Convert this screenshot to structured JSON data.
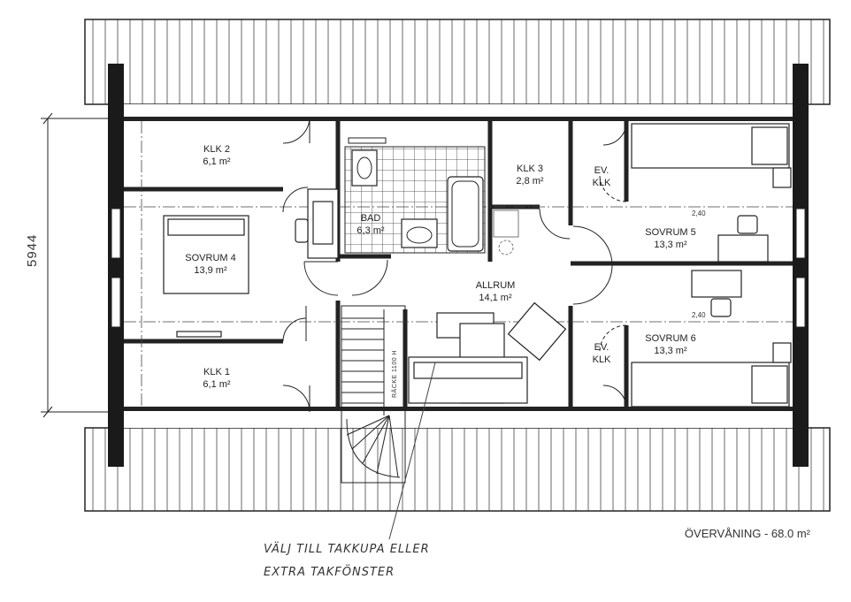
{
  "rooms": {
    "klk2": {
      "name": "KLK 2",
      "area": "6,1 m²"
    },
    "sovrum4": {
      "name": "SOVRUM 4",
      "area": "13,9 m²"
    },
    "klk1": {
      "name": "KLK 1",
      "area": "6,1 m²"
    },
    "bad": {
      "name": "BAD",
      "area": "6,3 m²"
    },
    "klk3": {
      "name": "KLK 3",
      "area": "2,8 m²"
    },
    "allrum": {
      "name": "ALLRUM",
      "area": "14,1 m²"
    },
    "evklk_top": {
      "line1": "EV.",
      "line2": "KLK"
    },
    "evklk_bottom": {
      "line1": "EV.",
      "line2": "KLK"
    },
    "sovrum5": {
      "name": "SOVRUM 5",
      "area": "13,3 m²"
    },
    "sovrum6": {
      "name": "SOVRUM 6",
      "area": "13,3 m²"
    }
  },
  "heights": {
    "sovrum5": "2,40",
    "sovrum6": "2,40"
  },
  "dimension": "5944",
  "caption": "ÖVERVÅNING - 68.0 m²",
  "stair_text": "RÄCKE 1100 H",
  "note": {
    "line1": "VÄLJ TILL TAKKUPA ELLER",
    "line2": "EXTRA TAKFÖNSTER"
  }
}
